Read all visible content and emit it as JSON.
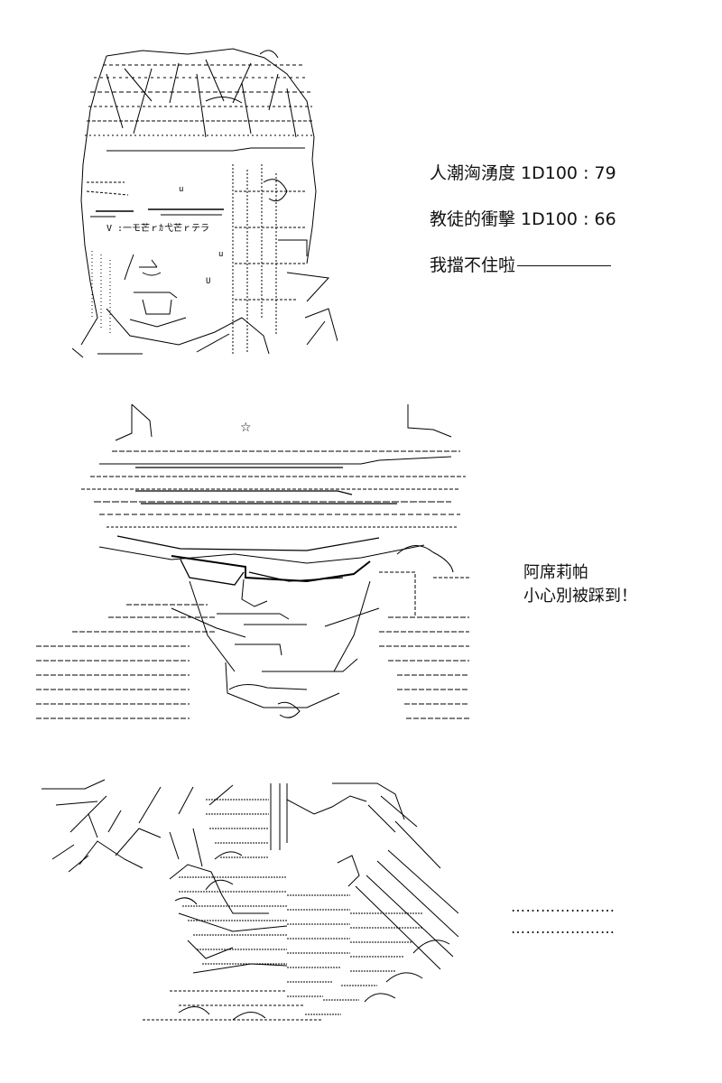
{
  "panels": [
    {
      "art_icon": "ascii-art-face-icon",
      "captions": [
        "人潮洶湧度 1D100 : 79",
        "教徒的衝擊 1D100 : 66",
        "我擋不住啦"
      ]
    },
    {
      "art_icon": "ascii-art-cap-figure-icon",
      "captions": [
        "阿席莉帕",
        "小心別被踩到！"
      ]
    },
    {
      "art_icon": "ascii-art-crowd-icon",
      "captions": [
        "…………………",
        "…………………"
      ]
    }
  ],
  "colors": {
    "background": "#ffffff",
    "ink": "#000000"
  }
}
